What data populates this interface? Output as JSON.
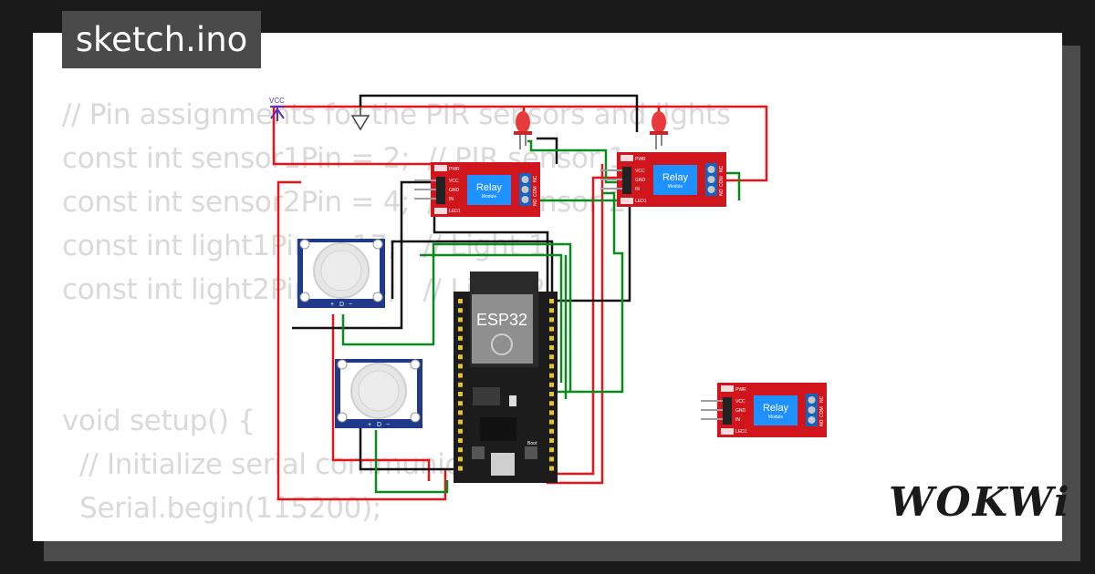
{
  "project": {
    "filename": "sketch.ino",
    "brand": "WOKWi"
  },
  "code_lines": [
    "// Pin assignments for the PIR sensors and lights",
    "const int sensor1Pin = 2;  // PIR sensor 1",
    "const int sensor2Pin = 4;  // PIR sensor 2",
    "const int light1Pin = 17;   // Light 1",
    "const int light2Pin = 16;   // Light 2",
    "",
    "",
    "void setup() {",
    "  // Initialize serial communication",
    "  Serial.begin(115200);"
  ],
  "diagram": {
    "vcc_label": "VCC",
    "board_label": "ESP32",
    "boot_label": "Boot",
    "relay": {
      "title": "Relay",
      "subtitle": "Module",
      "pwr": "PWR",
      "led": "LED1",
      "vcc": "VCC",
      "gnd": "GND",
      "in": "IN",
      "no": "NO",
      "com": "COM",
      "nc": "NC"
    },
    "pir": {
      "plus": "+",
      "d": "D",
      "minus": "−"
    }
  },
  "colors": {
    "background": "#1a1a1a",
    "card": "#ffffff",
    "code_text": "#d9d9d9",
    "relay_board": "#d0161c",
    "relay_cube": "#1e90ff",
    "pir_board": "#1f3a8a",
    "esp32_board": "#1c1c1c",
    "wire_red": "#e8141a",
    "wire_green": "#0b8a1e",
    "wire_black": "#111111",
    "led": "#e83a3a"
  }
}
